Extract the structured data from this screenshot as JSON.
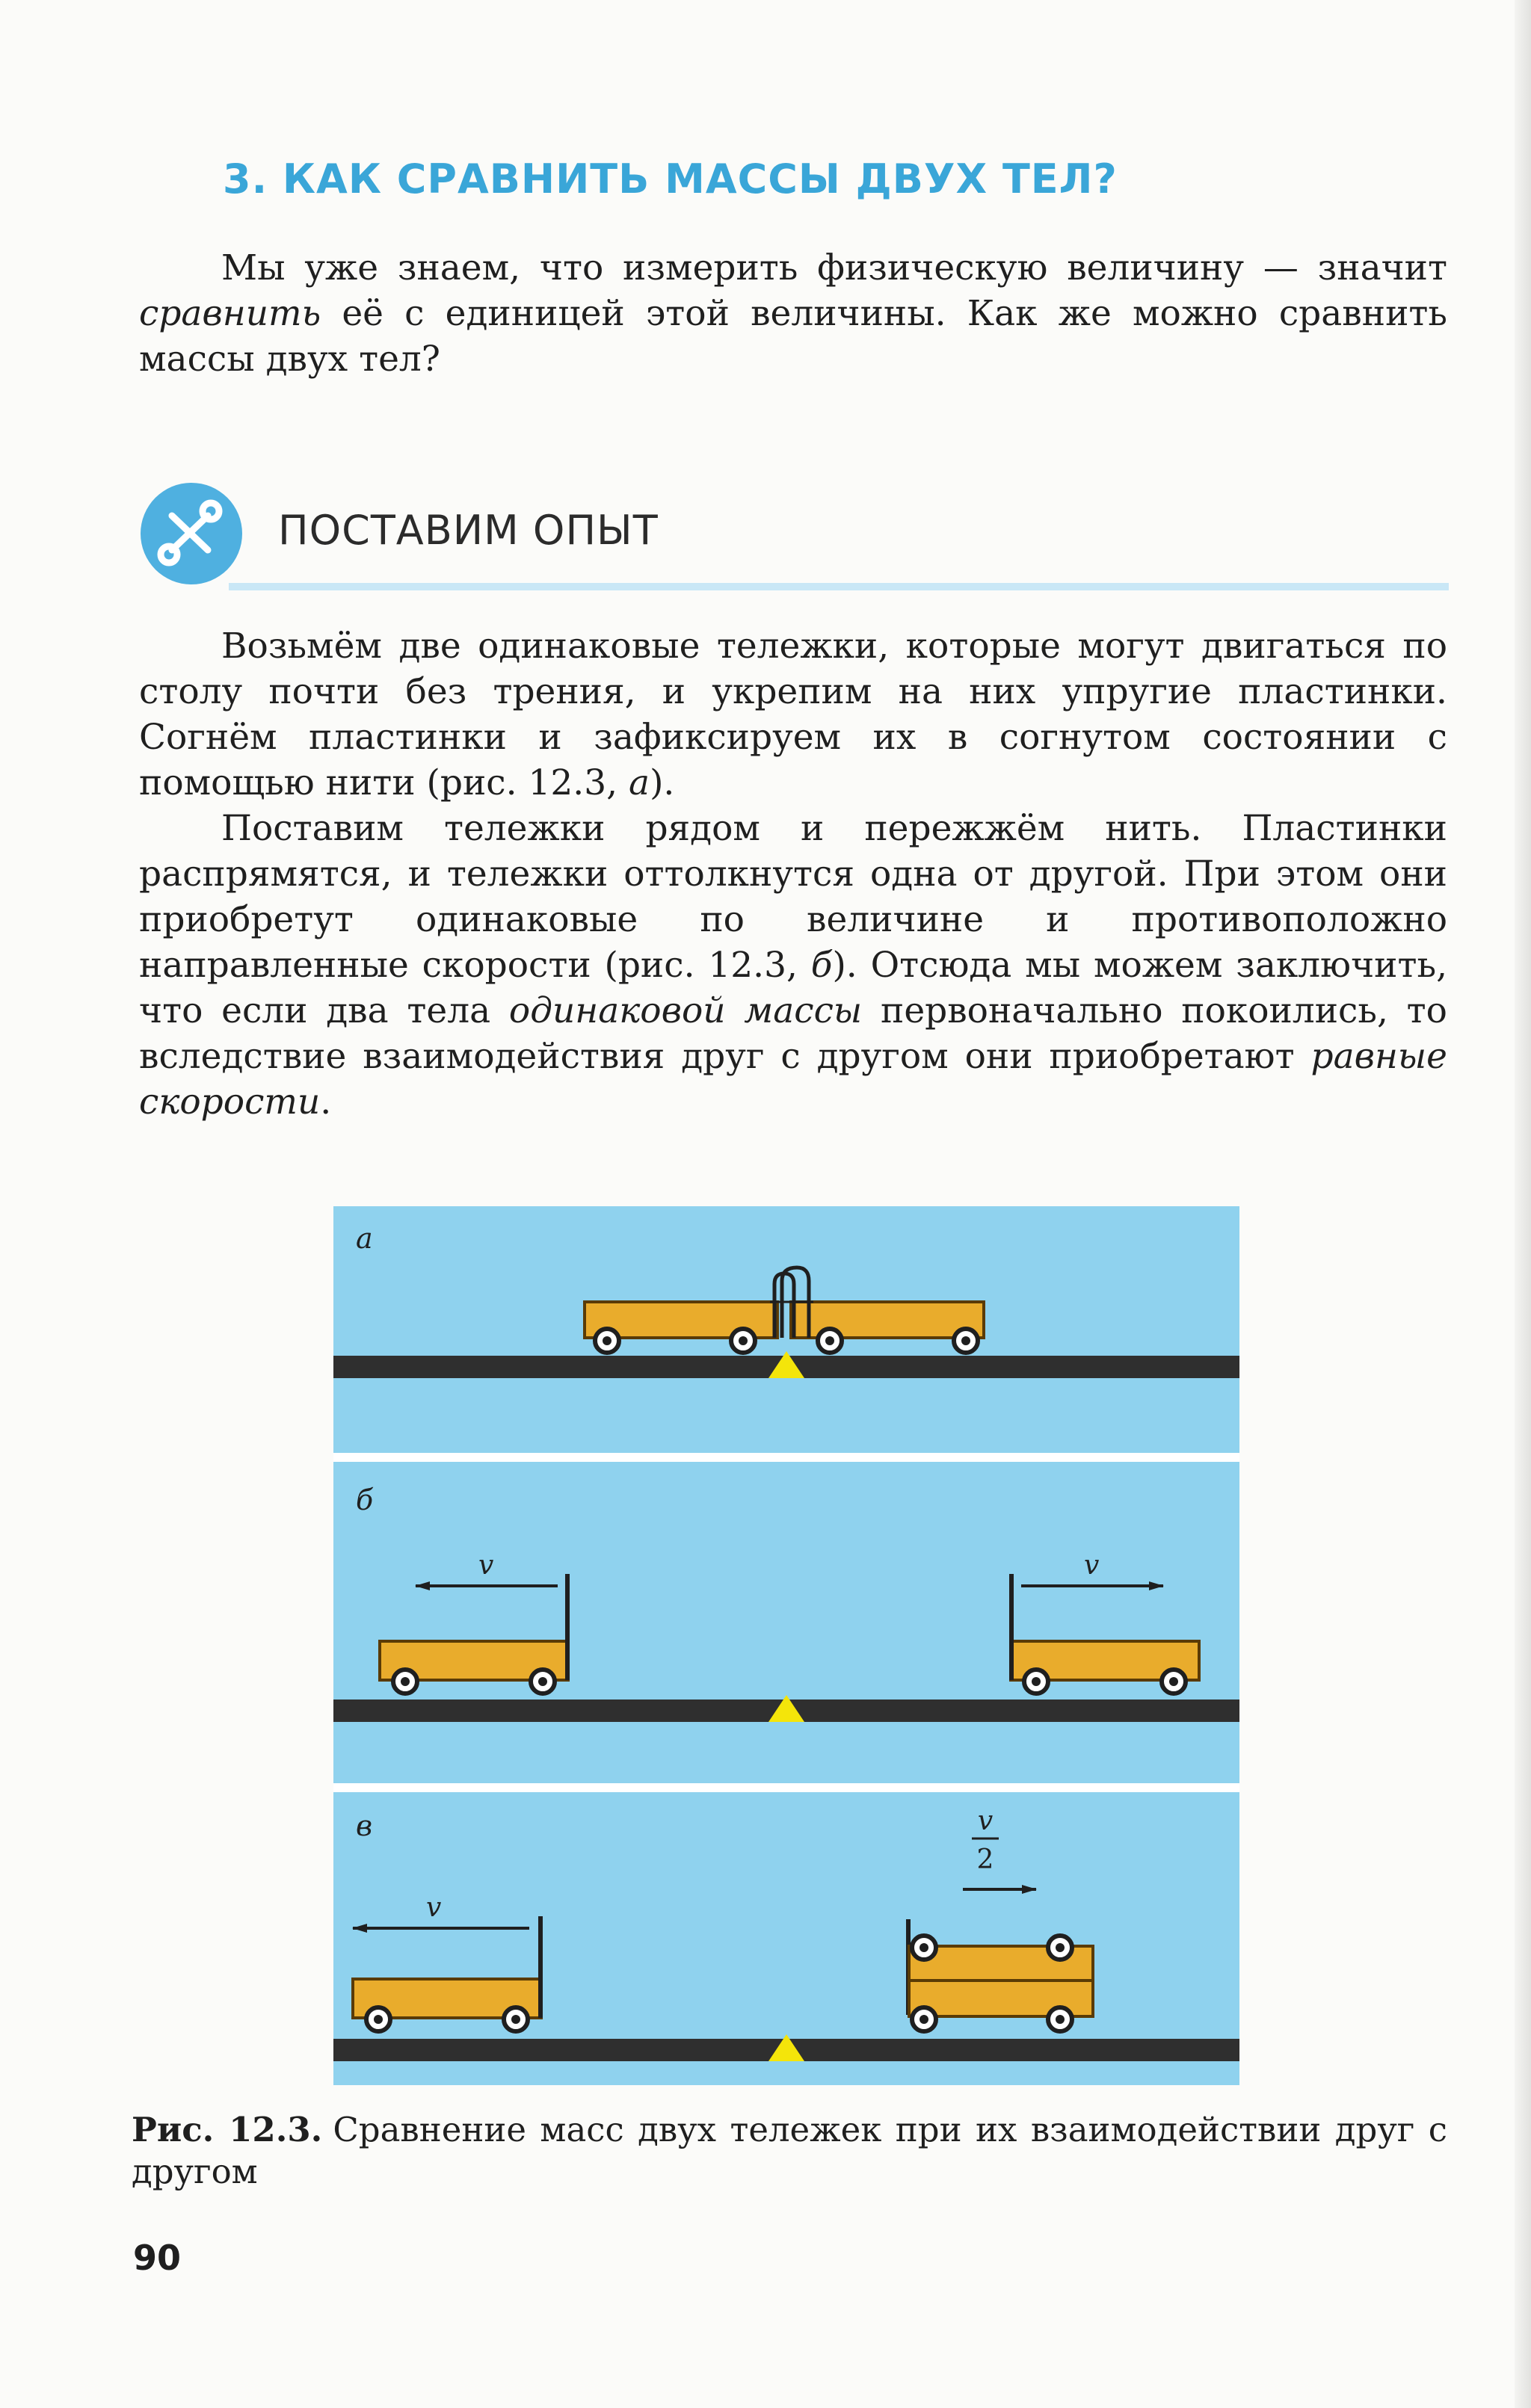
{
  "section": {
    "title": "3. КАК СРАВНИТЬ МАССЫ ДВУХ ТЕЛ?"
  },
  "intro": {
    "part1": "Мы уже знаем, что измерить физическую величину — значит ",
    "italic": "сравнить",
    "part2": " её с единицей этой величины. Как же можно сравнить массы двух тел?"
  },
  "experiment": {
    "icon": "experiment-icon",
    "label": "ПОСТАВИМ ОПЫТ",
    "p1": "Возьмём две одинаковые тележки, которые могут двигаться по столу почти без трения, и укрепим на них упругие пластинки. Согнём пластинки и зафиксируем их в согнутом состоянии с помощью нити (рис. 12.3, ",
    "p1_italic": "а",
    "p1_end": ").",
    "p2_a": "Поставим тележки рядом и пережжём нить. Пластинки распрямятся, и тележки оттолкнутся одна от другой. При этом они приобретут одинаковые по величине и противоположно направленные скорости (рис. 12.3, ",
    "p2_italic1": "б",
    "p2_b": "). Отсюда мы можем заключить, что если два тела ",
    "p2_italic2": "одинаковой массы",
    "p2_c": " первоначально покоились, то вследствие взаимодействия друг с другом они приобретают ",
    "p2_italic3": "равные скорости",
    "p2_end": "."
  },
  "figure": {
    "panel_a": "а",
    "panel_b": "б",
    "panel_c": "в",
    "v_left_b": "v",
    "v_right_b": "v",
    "v_left_c": "v",
    "v_num_c": "v",
    "v_den_c": "2",
    "colors": {
      "background": "#8fd2ee",
      "table": "#2f2f2f",
      "cart": "#e9ac2c",
      "pivot": "#f4e50a"
    }
  },
  "caption": {
    "label": "Рис. 12.3.",
    "text": "Сравнение масс двух тележек при их взаимодействии друг с другом"
  },
  "page_number": "90"
}
